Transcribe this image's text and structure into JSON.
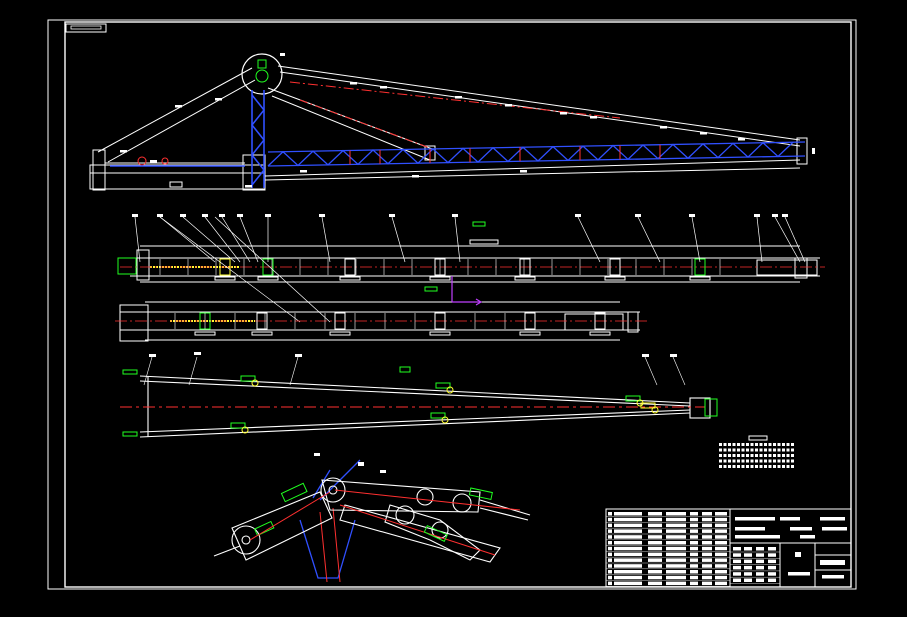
{
  "colors": {
    "background": "#000000",
    "line": "#ffffff",
    "truss": "#2020ff",
    "center": "#ff2020",
    "part": "#20ff20",
    "bolt": "#ffff20",
    "accent": "#c040ff"
  },
  "drawing": {
    "views": [
      "elevation-view",
      "plan-view-upper",
      "plan-view-lower",
      "boom-top-view",
      "folding-detail-view"
    ],
    "title_block": "title-block",
    "technical_notes": "technical-notes"
  }
}
